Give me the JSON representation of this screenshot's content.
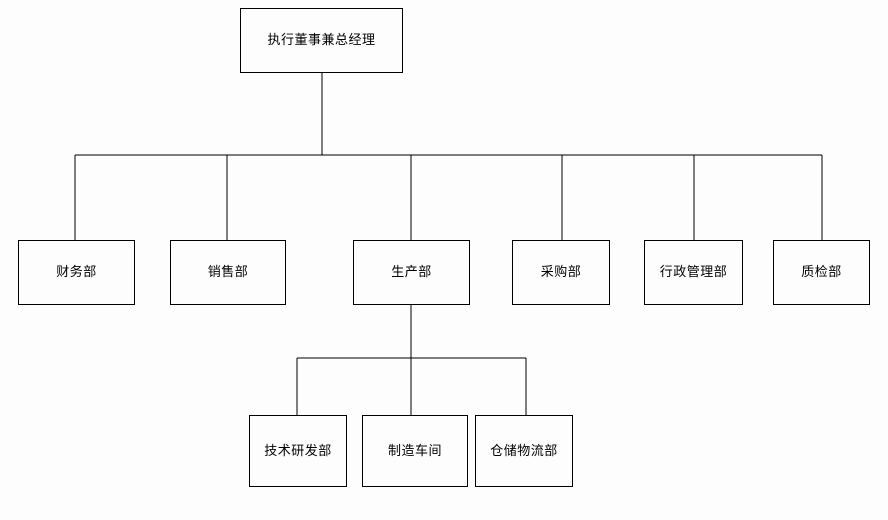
{
  "diagram": {
    "type": "organization-chart",
    "title": "",
    "orientation": "top-down",
    "background_color": "#fdfdfd",
    "line_color": "#000000",
    "box_border_color": "#000000",
    "box_fill_color": "#fdfdfd",
    "text_color": "#000000"
  },
  "nodes": {
    "root": {
      "label": "执行董事兼总经理",
      "level": 1
    },
    "level2": [
      {
        "label": "财务部",
        "level": 2
      },
      {
        "label": "销售部",
        "level": 2
      },
      {
        "label": "生产部",
        "level": 2
      },
      {
        "label": "采购部",
        "level": 2
      },
      {
        "label": "行政管理部",
        "level": 2
      },
      {
        "label": "质检部",
        "level": 2
      }
    ],
    "level3": [
      {
        "label": "技术研发部",
        "level": 3,
        "parent": "生产部"
      },
      {
        "label": "制造车间",
        "level": 3,
        "parent": "生产部"
      },
      {
        "label": "仓储物流部",
        "level": 3,
        "parent": "生产部"
      }
    ]
  },
  "edges": [
    {
      "from": "执行董事兼总经理",
      "to": "财务部"
    },
    {
      "from": "执行董事兼总经理",
      "to": "销售部"
    },
    {
      "from": "执行董事兼总经理",
      "to": "生产部"
    },
    {
      "from": "执行董事兼总经理",
      "to": "采购部"
    },
    {
      "from": "执行董事兼总经理",
      "to": "行政管理部"
    },
    {
      "from": "执行董事兼总经理",
      "to": "质检部"
    },
    {
      "from": "生产部",
      "to": "技术研发部"
    },
    {
      "from": "生产部",
      "to": "制造车间"
    },
    {
      "from": "生产部",
      "to": "仓储物流部"
    }
  ]
}
